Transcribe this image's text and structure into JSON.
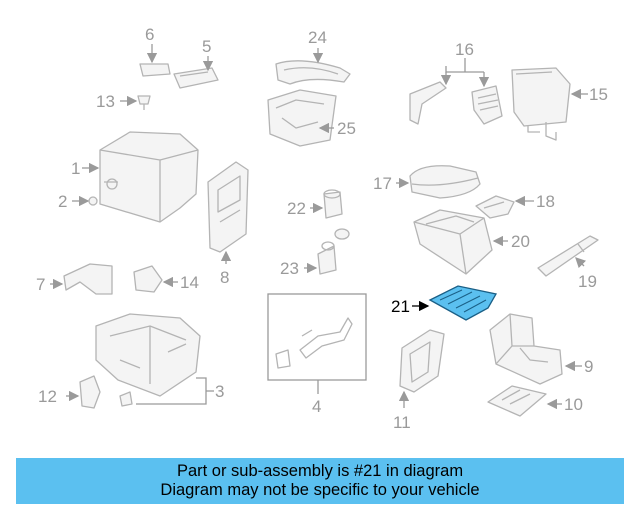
{
  "callouts": {
    "c1": "1",
    "c2": "2",
    "c3": "3",
    "c4": "4",
    "c5": "5",
    "c6": "6",
    "c7": "7",
    "c8": "8",
    "c9": "9",
    "c10": "10",
    "c11": "11",
    "c12": "12",
    "c13": "13",
    "c14": "14",
    "c15": "15",
    "c16": "16",
    "c17": "17",
    "c18": "18",
    "c19": "19",
    "c20": "20",
    "c21": "21",
    "c22": "22",
    "c23": "23",
    "c24": "24",
    "c25": "25"
  },
  "highlight": {
    "part": "21",
    "color": "#5bc0f0"
  },
  "banner": {
    "line1": "Part or sub-assembly is #21 in diagram",
    "line2": "Diagram may not be specific to your vehicle",
    "color": "#5bc0f0"
  }
}
